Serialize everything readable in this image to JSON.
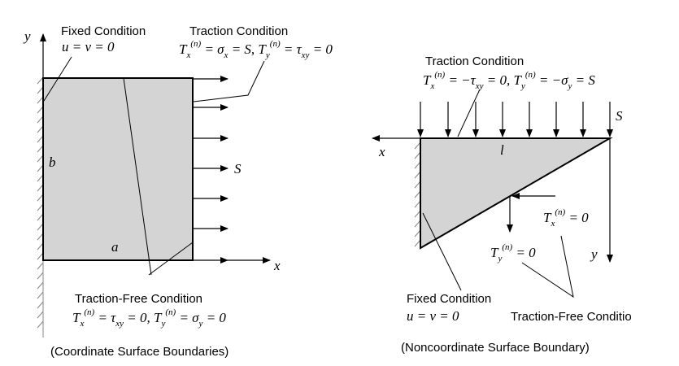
{
  "left": {
    "fixed_title": "Fixed Condition",
    "fixed_eq": "u = v = 0",
    "traction_title": "Traction Condition",
    "traction_eq": {
      "tx": "T",
      "tx_sub": "x",
      "tx_sup": "(n)",
      "mid1": " = σ",
      "sx_sub": "x",
      "mid2": " = S, ",
      "ty": "T",
      "ty_sub": "y",
      "ty_sup": "(n)",
      "mid3": " = τ",
      "txy_sub": "xy",
      "end": " = 0"
    },
    "free_title": "Traction-Free Condition",
    "free_eq": {
      "tx": "T",
      "tx_sub": "x",
      "tx_sup": "(n)",
      "mid1": " = τ",
      "txy_sub": "xy",
      "mid2": " = 0, ",
      "ty": "T",
      "ty_sub": "y",
      "ty_sup": "(n)",
      "mid3": " = σ",
      "sy_sub": "y",
      "end": " = 0"
    },
    "axis_x": "x",
    "axis_y": "y",
    "dim_a": "a",
    "dim_b": "b",
    "load_S": "S",
    "caption": "(Coordinate Surface Boundaries)"
  },
  "right": {
    "traction_title": "Traction Condition",
    "traction_eq": {
      "tx": "T",
      "tx_sub": "x",
      "tx_sup": "(n)",
      "mid1": " = −τ",
      "txy_sub": "xy",
      "mid2": " = 0, ",
      "ty": "T",
      "ty_sub": "y",
      "ty_sup": "(n)",
      "mid3": " = −σ",
      "sy_sub": "y",
      "end": " = S"
    },
    "load_S": "S",
    "dim_l": "l",
    "axis_x": "x",
    "axis_y": "y",
    "tx_zero": {
      "t": "T",
      "sub": "x",
      "sup": "(n)",
      "end": " = 0"
    },
    "ty_zero": {
      "t": "T",
      "sub": "y",
      "sup": "(n)",
      "end": " = 0"
    },
    "fixed_title": "Fixed Condition",
    "fixed_eq": "u = v = 0",
    "free_title": "Traction-Free Conditio",
    "caption": "(Noncoordinate Surface Boundary)"
  }
}
